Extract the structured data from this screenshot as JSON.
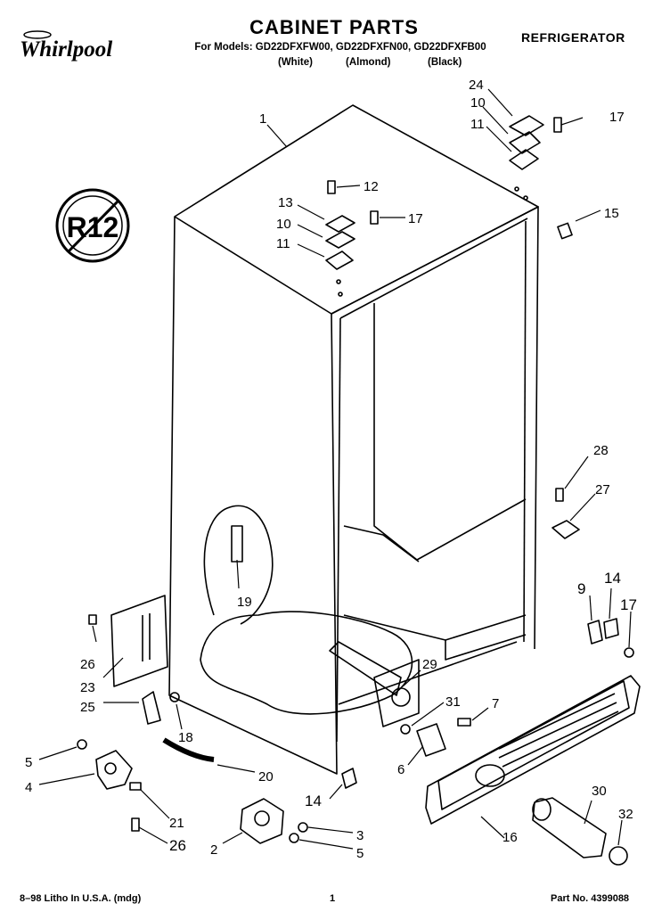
{
  "header": {
    "brand": "Whirlpool",
    "title": "CABINET PARTS",
    "models_line": "For Models: GD22DFXFW00, GD22DFXFN00, GD22DFXFB00",
    "color_white": "(White)",
    "color_almond": "(Almond)",
    "color_black": "(Black)",
    "category": "REFRIGERATOR"
  },
  "badge": {
    "text": "R12"
  },
  "callouts": [
    "1",
    "2",
    "3",
    "4",
    "5",
    "5",
    "6",
    "7",
    "9",
    "10",
    "10",
    "11",
    "11",
    "12",
    "13",
    "14",
    "14",
    "15",
    "16",
    "17",
    "17",
    "17",
    "18",
    "19",
    "20",
    "21",
    "23",
    "24",
    "25",
    "26",
    "26",
    "27",
    "28",
    "29",
    "30",
    "31",
    "32"
  ],
  "footer": {
    "litho": "8–98 Litho In U.S.A. (mdg)",
    "page": "1",
    "part_no": "Part No. 4399088"
  }
}
